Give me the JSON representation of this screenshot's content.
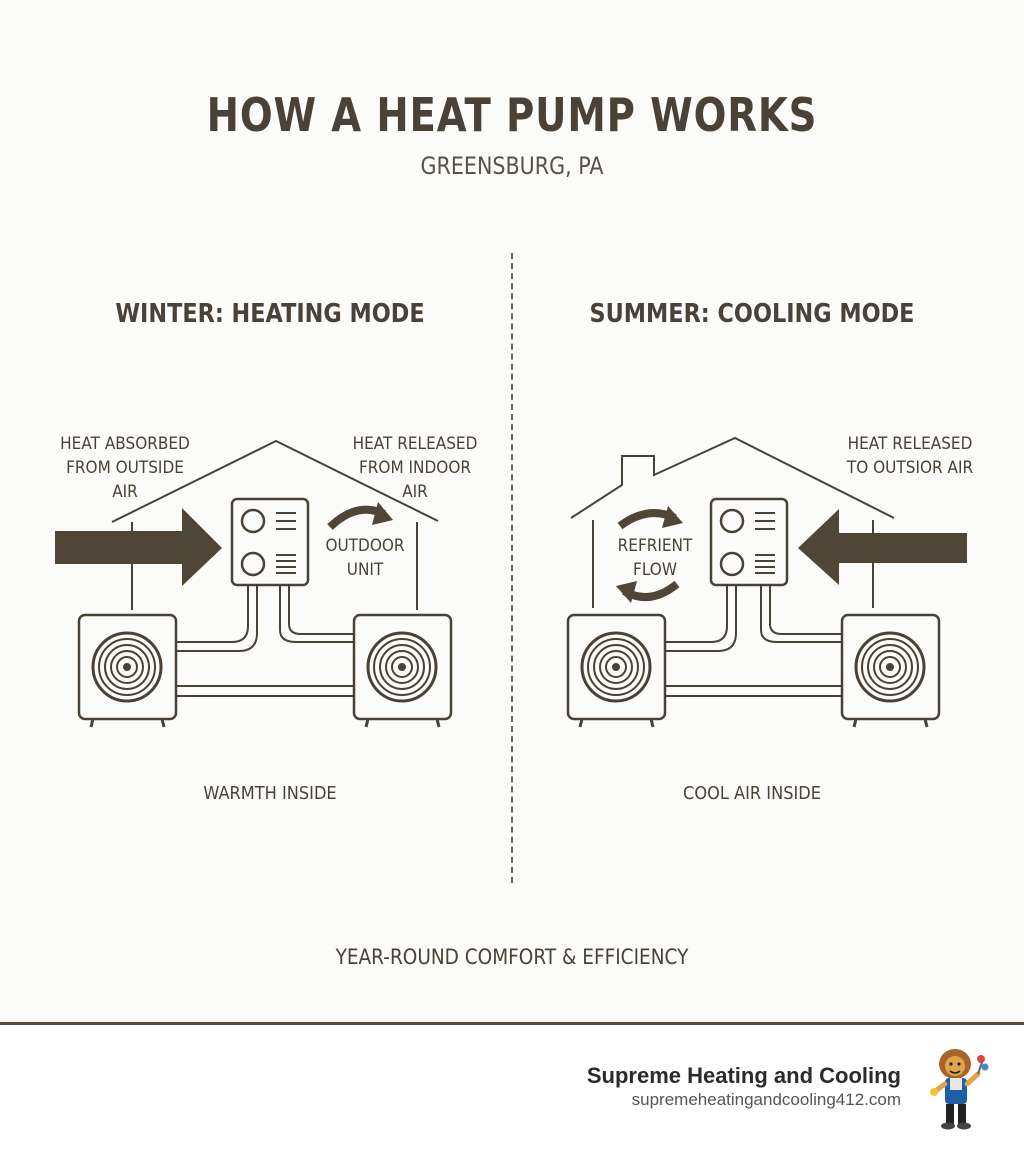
{
  "header": {
    "title": "HOW A HEAT PUMP WORKS",
    "subtitle": "GREENSBURG, PA"
  },
  "winter": {
    "title": "WINTER: HEATING MODE",
    "label_left_1": "HEAT ABSORBED",
    "label_left_2": "FROM OUTSIDE AIR",
    "label_right_1": "HEAT RELEASED",
    "label_right_2": "FROM INDOOR AIR",
    "inner_1": "OUTDOOR",
    "inner_2": "UNIT",
    "caption": "WARMTH INSIDE"
  },
  "summer": {
    "title": "SUMMER: COOLING MODE",
    "label_right_1": "HEAT RELEASED",
    "label_right_2": "TO OUTSIOR AIR",
    "inner_1": "REFRIENT",
    "inner_2": "FLOW",
    "caption": "COOL AIR INSIDE"
  },
  "tagline": "YEAR-ROUND COMFORT & EFFICIENCY",
  "footer": {
    "brand_name": "Supreme Heating and Cooling",
    "brand_url": "supremeheatingandcooling412.com"
  },
  "colors": {
    "ink": "#4a4236",
    "arrow": "#4f4638",
    "background": "#fbfbf9"
  },
  "icons": [
    "house-outline",
    "wall-thermostat-unit",
    "condenser-unit",
    "fan-coil",
    "cycle-arrows",
    "large-arrow",
    "mascot"
  ]
}
